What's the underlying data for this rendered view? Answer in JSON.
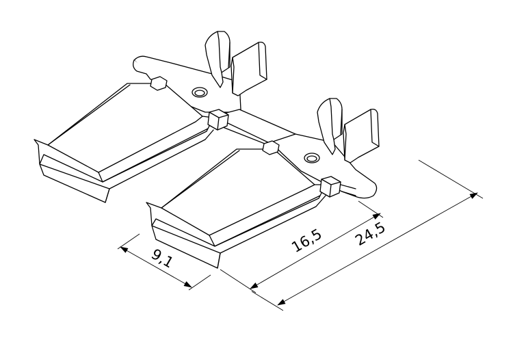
{
  "drawing": {
    "dimensions": [
      {
        "id": "width",
        "label": "9,1"
      },
      {
        "id": "pitch",
        "label": "16,5"
      },
      {
        "id": "overall",
        "label": "24,5"
      }
    ]
  },
  "colors": {
    "line": "#000000",
    "background": "#ffffff"
  }
}
